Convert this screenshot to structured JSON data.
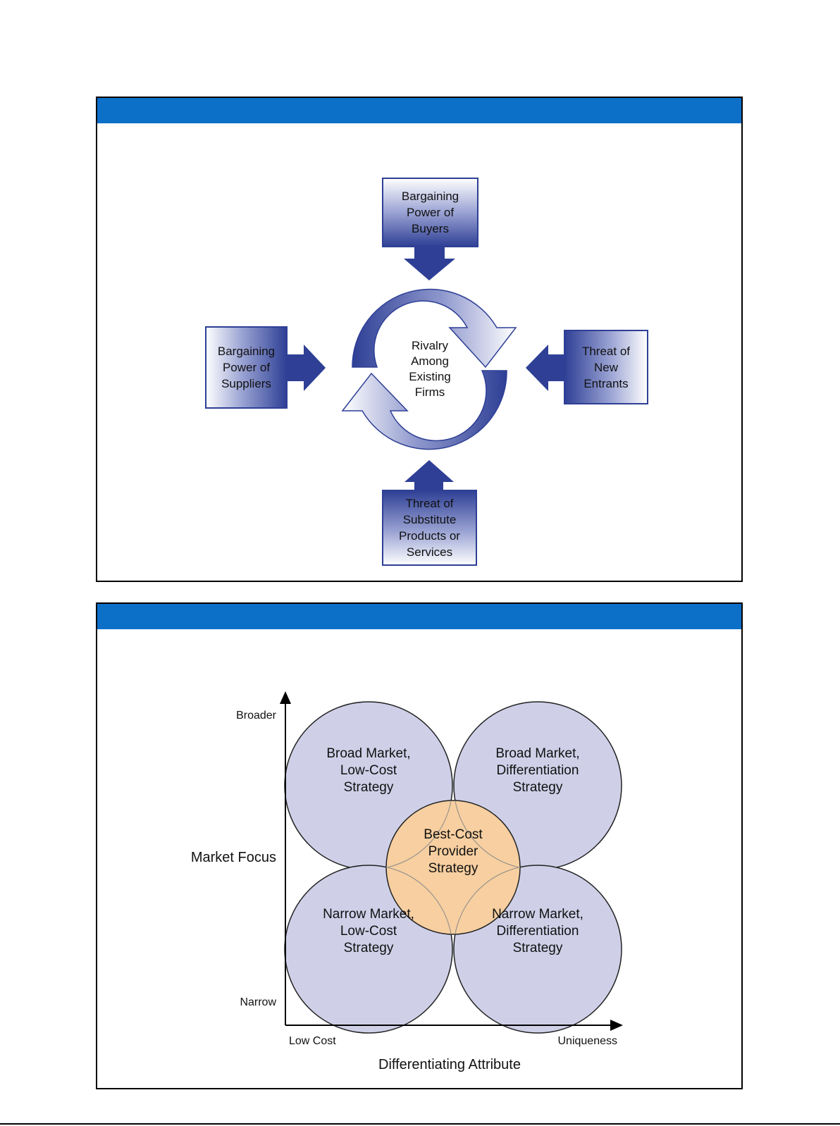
{
  "colors": {
    "header_bar": "#0c6fc8",
    "arrow_dark": "#2e3f95",
    "arrow_light": "#ffffff",
    "circle_fill": "#cfd0e8",
    "center_circle_fill": "#f7cfa0"
  },
  "five_forces": {
    "buyers": "Bargaining\nPower of\nBuyers",
    "suppliers": "Bargaining\nPower of\nSuppliers",
    "rivalry": "Rivalry\nAmong\nExisting\nFirms",
    "new_entrants": "Threat of\nNew\nEntrants",
    "substitutes": "Threat of\nSubstitute\nProducts or\nServices"
  },
  "strategy_matrix": {
    "y_axis": {
      "title": "Market Focus",
      "top": "Broader",
      "bottom": "Narrow"
    },
    "x_axis": {
      "title": "Differentiating Attribute",
      "left": "Low Cost",
      "right": "Uniqueness"
    },
    "quadrants": {
      "top_left": "Broad Market,\nLow-Cost\nStrategy",
      "top_right": "Broad Market,\nDifferentiation\nStrategy",
      "bottom_left": "Narrow Market,\nLow-Cost\nStrategy",
      "bottom_right": "Narrow Market,\nDifferentiation\nStrategy"
    },
    "center": "Best-Cost\nProvider\nStrategy"
  }
}
